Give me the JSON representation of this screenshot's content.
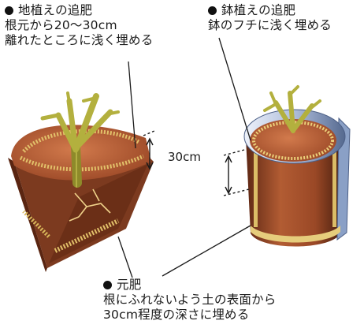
{
  "ground_label": {
    "title": "地植えの追肥",
    "line1": "根元から20～30cm",
    "line2": "離れたところに浅く埋める"
  },
  "pot_label": {
    "title": "鉢植えの追肥",
    "line1": "鉢のフチに浅く埋める"
  },
  "base_label": {
    "title": "元肥",
    "line1": "根にふれないよう土の表面から",
    "line2": "30cm程度の深さに埋める"
  },
  "depth_label": "30cm",
  "colors": {
    "soil_top": "#b35a34",
    "soil_side": "#8a3f22",
    "soil_dark": "#5c2a16",
    "fertilizer": "#d9b85a",
    "stem": "#b3b03e",
    "pot_blue": "#7f93b8",
    "leader_line": "#1a1a1a"
  }
}
